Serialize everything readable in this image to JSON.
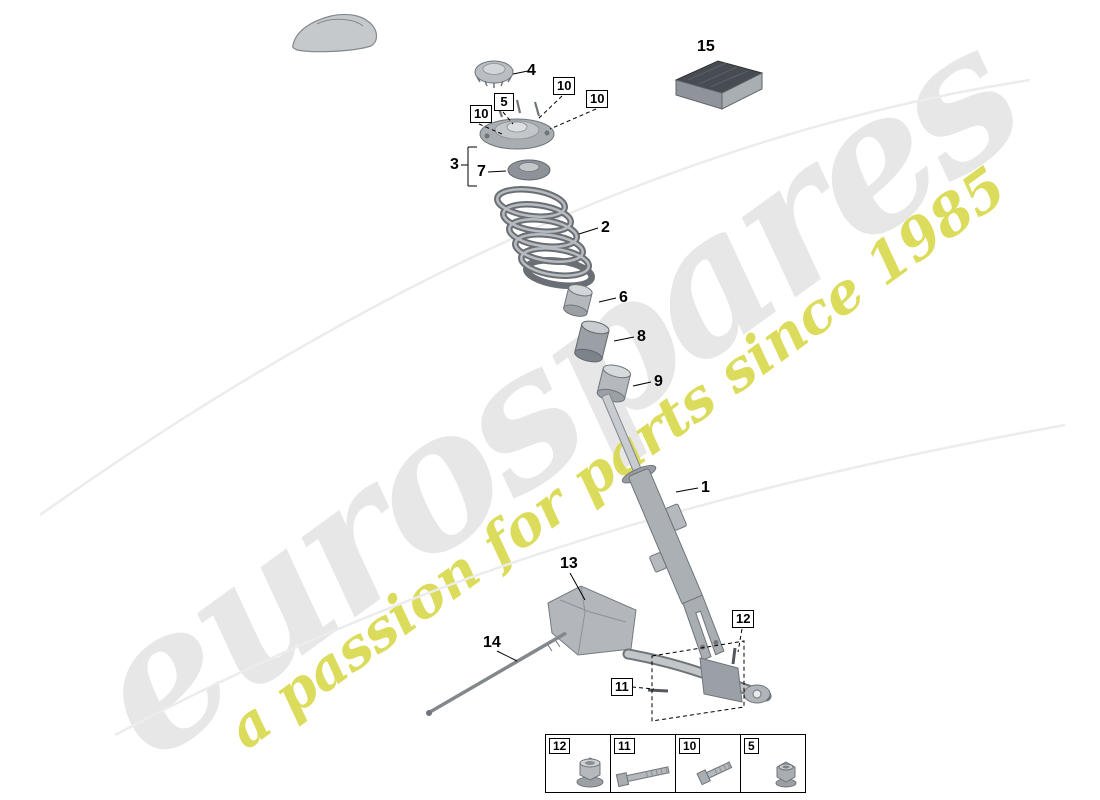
{
  "watermark": {
    "brand": "eurospares",
    "tagline": "a passion for parts since 1985"
  },
  "colors": {
    "watermark_gray": "#e7e7e7",
    "watermark_yellow": "#d7d746",
    "part_gray": "#a9aeb3",
    "line_black": "#000000",
    "background": "#ffffff"
  },
  "diagram": {
    "labels": [
      {
        "text": "4",
        "boxed": false
      },
      {
        "text": "15",
        "boxed": false
      },
      {
        "text": "10",
        "boxed": true
      },
      {
        "text": "10",
        "boxed": true
      },
      {
        "text": "5",
        "boxed": true
      },
      {
        "text": "10",
        "boxed": true
      },
      {
        "text": "3",
        "boxed": false
      },
      {
        "text": "7",
        "boxed": false
      },
      {
        "text": "2",
        "boxed": false
      },
      {
        "text": "6",
        "boxed": false
      },
      {
        "text": "8",
        "boxed": false
      },
      {
        "text": "9",
        "boxed": false
      },
      {
        "text": "1",
        "boxed": false
      },
      {
        "text": "13",
        "boxed": false
      },
      {
        "text": "14",
        "boxed": false
      },
      {
        "text": "12",
        "boxed": true
      },
      {
        "text": "11",
        "boxed": true
      }
    ]
  },
  "legend": {
    "items": [
      {
        "number": "12",
        "icon": "flange-nut-icon"
      },
      {
        "number": "11",
        "icon": "hex-bolt-long-icon"
      },
      {
        "number": "10",
        "icon": "hex-bolt-icon"
      },
      {
        "number": "5",
        "icon": "hex-nut-icon"
      }
    ]
  }
}
